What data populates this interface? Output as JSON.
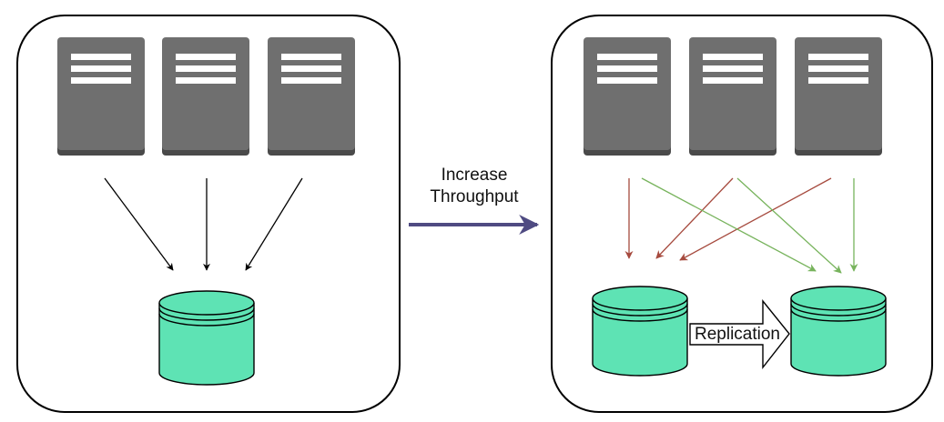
{
  "arrow_label": {
    "line1": "Increase",
    "line2": "Throughput"
  },
  "replication_label": "Replication",
  "icons": {
    "server": "server-icon",
    "database": "database-icon"
  },
  "colors": {
    "server_body": "#6f6f6f",
    "server_shadow": "#4a4a4a",
    "server_lines": "#ffffff",
    "database_fill": "#5ee3b4",
    "panel_border": "#000000",
    "main_arrow": "#4f4b82",
    "write_arrow": "#a64a3e",
    "read_arrow": "#77b35c",
    "plain_arrow": "#000000"
  }
}
